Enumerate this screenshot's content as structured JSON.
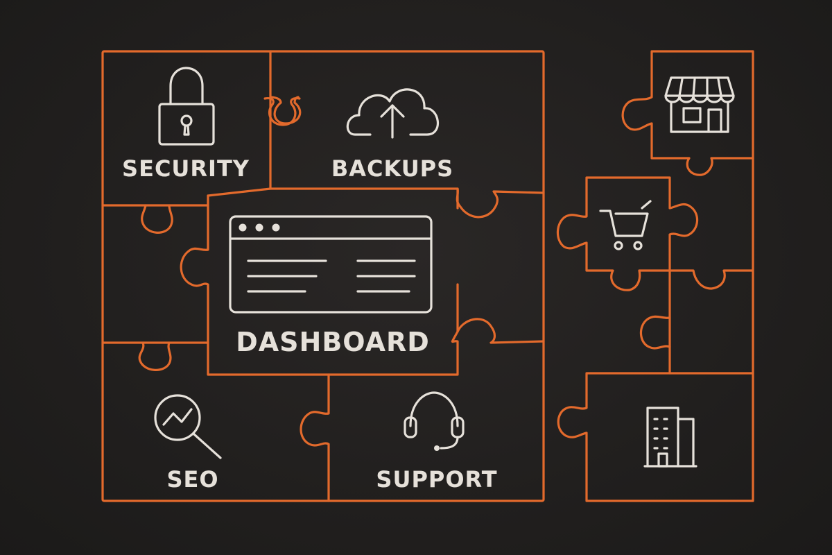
{
  "colors": {
    "background": "#1e1c1b",
    "puzzle_edge": "#e36a2c",
    "chalk": "#e6e1da"
  },
  "pieces": {
    "security": {
      "label": "SECURITY",
      "icon": "padlock-icon"
    },
    "backups": {
      "label": "BACKUPS",
      "icon": "cloud-upload-icon"
    },
    "dashboard": {
      "label": "DASHBOARD",
      "icon": "browser-window-icon"
    },
    "seo": {
      "label": "SEO",
      "icon": "magnifier-trend-icon"
    },
    "support": {
      "label": "SUPPORT",
      "icon": "headset-icon"
    },
    "storefront": {
      "icon": "storefront-icon"
    },
    "cart": {
      "icon": "shopping-cart-icon"
    },
    "building": {
      "icon": "office-building-icon"
    }
  }
}
